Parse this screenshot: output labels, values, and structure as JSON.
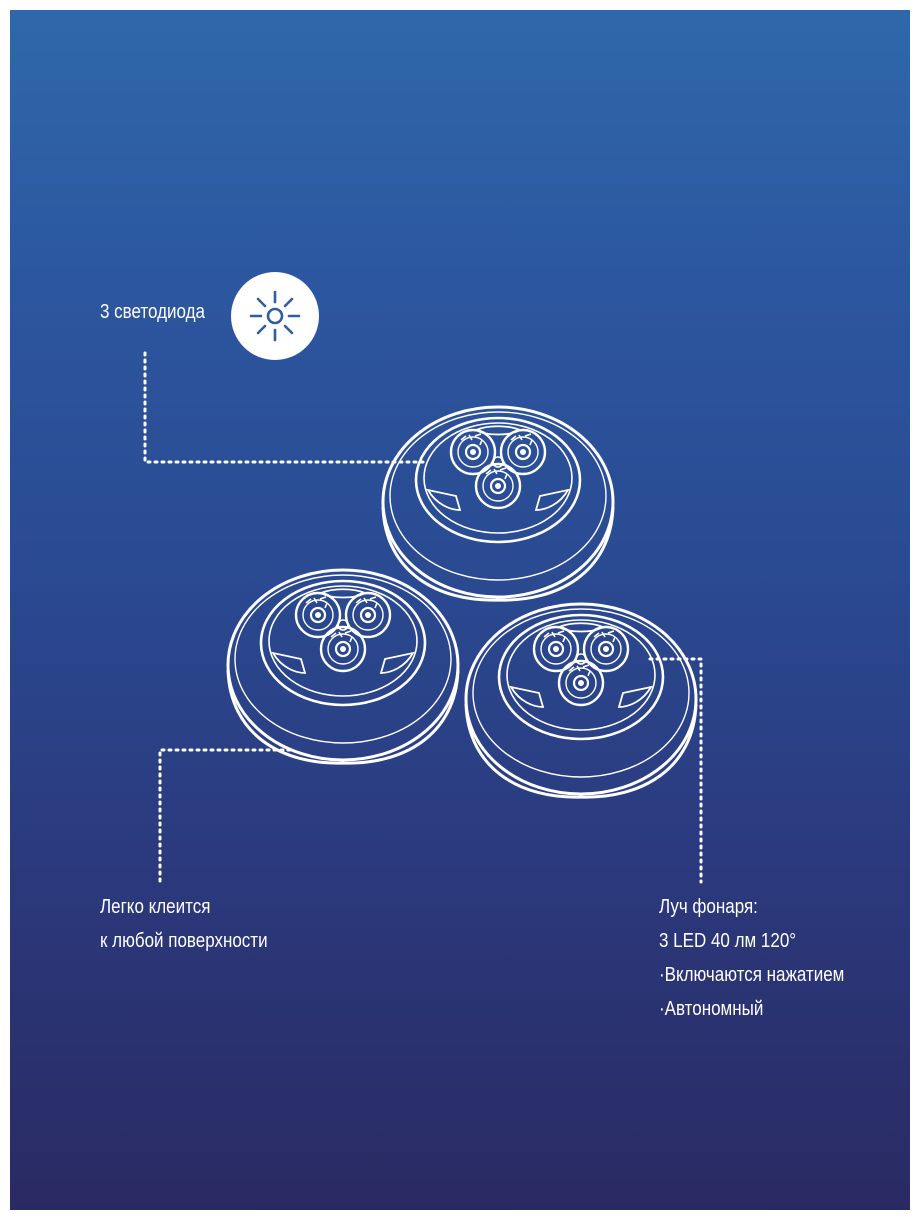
{
  "leds_label": "3 светодиода",
  "icons": {
    "badge": "sun-icon",
    "device": "push-light-icon"
  },
  "adhesive_lines": [
    "Легко клеится",
    "к любой поверхности"
  ],
  "specs_lines": [
    "Луч фонаря:",
    "3 LED 40 лм 120°"
  ],
  "features": [
    "·Включаются нажатием",
    "·Автономный"
  ],
  "colors": {
    "gradient_top": "#2f68aa",
    "gradient_bottom": "#2a2a63",
    "line_art": "#ffffff",
    "icon": "#2f5d9e"
  }
}
